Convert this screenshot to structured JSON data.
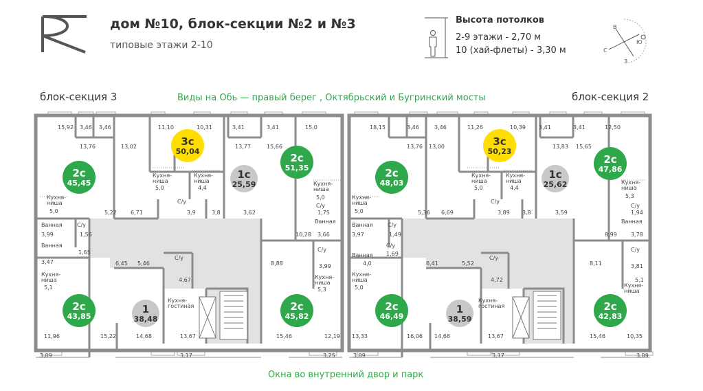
{
  "header": {
    "title": "дом №10, блок-секции №2 и №3",
    "subtitle": "типовые этажи 2-10"
  },
  "ceiling": {
    "heading": "Высота потолков",
    "line1": "2-9 этажи - 2,70 м",
    "line2": "10 (хай-флеты) - 3,30 м"
  },
  "compass": {
    "n": "С",
    "s": "Ю",
    "e": "В",
    "w": "З"
  },
  "sections": {
    "left": "блок-секция 3",
    "right": "блок-секция 2"
  },
  "views": {
    "top": "Виды на Обь — правый берег , Октябрьский и Бугринский мосты",
    "bottom": "Окна во внутренний двор и парк"
  },
  "colors": {
    "green": "#2ea84a",
    "yellow": "#ffdd00",
    "grey": "#c8c8c8",
    "wall": "#8c8c8c",
    "hall": "#e2e2e2"
  },
  "apartments": [
    {
      "id": "a1",
      "type": "2с",
      "area": "45,45",
      "color": "green"
    },
    {
      "id": "a2",
      "type": "3с",
      "area": "50,04",
      "color": "yellow"
    },
    {
      "id": "a3",
      "type": "1с",
      "area": "25,59",
      "color": "grey"
    },
    {
      "id": "a4",
      "type": "2с",
      "area": "51,35",
      "color": "green"
    },
    {
      "id": "a5",
      "type": "2с",
      "area": "43,85",
      "color": "green"
    },
    {
      "id": "a6",
      "type": "1",
      "area": "38,48",
      "color": "grey"
    },
    {
      "id": "a7",
      "type": "2с",
      "area": "45,82",
      "color": "green"
    },
    {
      "id": "a8",
      "type": "2с",
      "area": "48,03",
      "color": "green"
    },
    {
      "id": "a9",
      "type": "3с",
      "area": "50,23",
      "color": "yellow"
    },
    {
      "id": "a10",
      "type": "1с",
      "area": "25,62",
      "color": "grey"
    },
    {
      "id": "a11",
      "type": "2с",
      "area": "47,86",
      "color": "green"
    },
    {
      "id": "a12",
      "type": "2с",
      "area": "46,49",
      "color": "green"
    },
    {
      "id": "a13",
      "type": "1",
      "area": "38,59",
      "color": "grey"
    },
    {
      "id": "a14",
      "type": "2с",
      "area": "42,83",
      "color": "green"
    }
  ],
  "labels": [
    "15,92",
    "3,46",
    "3,46",
    "11,10",
    "10,31",
    "3,41",
    "3,41",
    "15,0",
    "13,76",
    "13,02",
    "13,77",
    "15,66",
    "Кухня-",
    "ниша",
    "5,0",
    "Кухня-",
    "ниша",
    "4,4",
    "Кухня-",
    "ниша",
    "5,0",
    "Кухня-",
    "ниша",
    "5,0",
    "5,22",
    "6,71",
    "С/у",
    "3,9",
    "3,8",
    "3,62",
    "С/у",
    "1,75",
    "Ванная",
    "С/у",
    "3,99",
    "1,56",
    "Ванная",
    "10,28",
    "3,66",
    "Ванная",
    "1,65",
    "3,47",
    "6,45",
    "5,46",
    "С/у",
    "8,88",
    "С/у",
    "3,99",
    "Кухня-",
    "ниша",
    "5,1",
    "4,67",
    "Кухня-",
    "гостиная",
    "Кухня-",
    "ниша",
    "5,3",
    "11,96",
    "15,22",
    "14,68",
    "13,67",
    "15,46",
    "12,19",
    "3,09",
    "3,17",
    "3,25",
    "18,15",
    "3,46",
    "3,46",
    "11,26",
    "10,39",
    "3,41",
    "3,41",
    "12,50",
    "13,76",
    "13,00",
    "13,83",
    "15,65",
    "Кухня-",
    "ниша",
    "5,0",
    "Кухня-",
    "ниша",
    "4,4",
    "Кухня-",
    "ниша",
    "5,3",
    "Кухня-",
    "ниша",
    "5,0",
    "5,36",
    "6,69",
    "С/у",
    "3,89",
    "3,8",
    "3,59",
    "С/у",
    "1,94",
    "Ванная",
    "С/у",
    "3,97",
    "1,49",
    "Ванная",
    "8,99",
    "3,78",
    "С/у",
    "1,69",
    "4,0",
    "6,41",
    "5,52",
    "С/у",
    "4,72",
    "8,11",
    "С/у",
    "3,81",
    "Ванная",
    "Кухня-",
    "ниша",
    "5,0",
    "Кухня-",
    "гостиная",
    "5,1",
    "Кухня-",
    "ниша",
    "13,33",
    "16,06",
    "14,68",
    "13,67",
    "15,46",
    "10,35",
    "3,09",
    "3,17",
    "3,09"
  ]
}
